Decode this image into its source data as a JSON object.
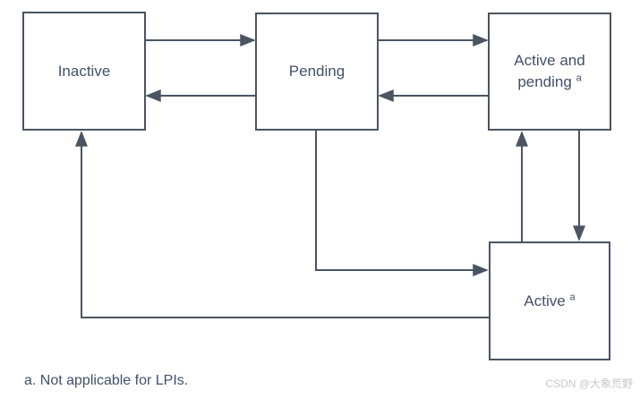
{
  "diagram": {
    "states": [
      {
        "id": "inactive",
        "label": "Inactive",
        "superscript": ""
      },
      {
        "id": "pending",
        "label": "Pending",
        "superscript": ""
      },
      {
        "id": "active-and-pending",
        "label": "Active and pending",
        "superscript": "a"
      },
      {
        "id": "active",
        "label": "Active",
        "superscript": "a"
      }
    ],
    "transitions": [
      {
        "from": "Inactive",
        "to": "Pending"
      },
      {
        "from": "Pending",
        "to": "Inactive"
      },
      {
        "from": "Pending",
        "to": "Active and pending"
      },
      {
        "from": "Active and pending",
        "to": "Pending"
      },
      {
        "from": "Active",
        "to": "Active and pending"
      },
      {
        "from": "Active and pending",
        "to": "Active"
      },
      {
        "from": "Pending",
        "to": "Active"
      },
      {
        "from": "Active",
        "to": "Inactive"
      }
    ],
    "footnote": "a. Not applicable for LPIs."
  },
  "watermark": "CSDN @大象荒野",
  "colors": {
    "line": "#4a5462",
    "text": "#42516a",
    "watermark": "#c8c8c8",
    "background": "#ffffff"
  }
}
